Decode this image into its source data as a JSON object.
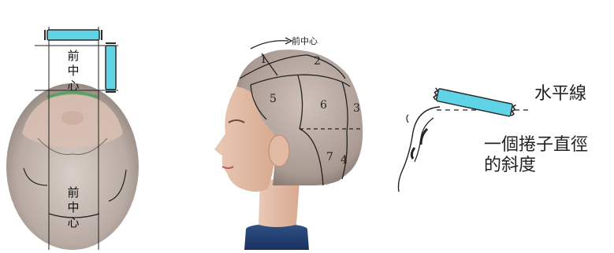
{
  "figure": {
    "left": {
      "top_label": "前中心",
      "bottom_label": "前中心"
    },
    "middle": {
      "arrow_label": "前中心",
      "sections": [
        "1",
        "2",
        "3",
        "4",
        "5",
        "6",
        "7"
      ]
    },
    "right": {
      "line_label": "水平線",
      "angle_label_line1": "一個捲子直徑",
      "angle_label_line2": "的斜度"
    }
  },
  "colors": {
    "roller": "#5fd4e6",
    "roller_edge": "#2a2a2a",
    "skin": "#e9c9b6",
    "hair": "#b9aaa0",
    "base": "#1f3d6b"
  }
}
